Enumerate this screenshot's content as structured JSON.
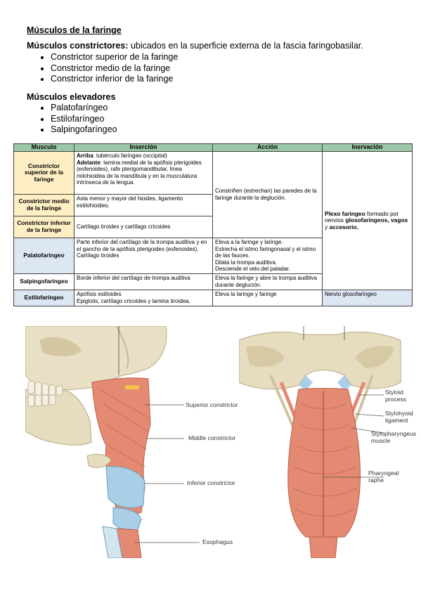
{
  "title": "Músculos de la faringe",
  "constrictors": {
    "label": "Músculos constrictores:",
    "text": " ubicados en la superficie externa de la fascia faringobasilar.",
    "items": [
      "Constrictor superior de la faringe",
      "Constrictor medio de la faringe",
      "Constrictor inferior de la faringe"
    ]
  },
  "elevators": {
    "label": "Músculos elevadores",
    "items": [
      "Palatofaríngeo",
      "Estilofaríngeo",
      "Salpingofaríngeo"
    ]
  },
  "table": {
    "headers": [
      "Musculo",
      "Inserción",
      "Acción",
      "Inervación"
    ],
    "sup": {
      "name": "Constrictor superior de la faringe",
      "ins_a_label": "Arriba",
      "ins_a_text": ": tubérculo faríngeo (occipital)",
      "ins_b_label": "Adelante",
      "ins_b_text": ": lamina medial de la apófisis pterigoides (esfenoides), rafe pterigomandibular, línea milohioidea de la mandíbula y en la musculatura intrínseca de la lengua."
    },
    "constrictor_action": "Constriñen (estrechan) las paredes de la faringe durante la deglución.",
    "constrictor_nerve_label": "Plexo faringeo",
    "constrictor_nerve_t1": " formado por nervios ",
    "constrictor_nerve_b1": "glosofaríngeos, vagos",
    "constrictor_nerve_t2": " y ",
    "constrictor_nerve_b2": "accesorio.",
    "med": {
      "name": "Constrictor medio de la faringe",
      "insertion": "Asta menor y mayor del hioides, ligamento estilohioideo."
    },
    "inf": {
      "name": "Constrictor inferior de la faringe",
      "insertion": "Cartílago tiroides y cartílago cricoides"
    },
    "palato": {
      "name": "Palatofaríngeo",
      "ins_1": "Parte inferior del cartílago de la trompa auditiva y en el gancho de la apófisis pterigoides (esfenoides).",
      "ins_2": "Cartílago tiroides",
      "act_1": "Eleva a la faringe y laringe.",
      "act_2": "Estrecha el istmo faringonasal y el istmo de las fauces.",
      "act_3": "Dilata la trompa auditiva.",
      "act_4": "Desciende el velo del paladar."
    },
    "salpingo": {
      "name": "Salpingofaríngeo",
      "insertion": "Borde inferior del cartílago de trompa auditiva",
      "action": "Eleva la faringe y abre la trompa auditiva durante deglución."
    },
    "estilo": {
      "name": "Estilofaríngeo",
      "ins_1": "Apófisis estiloides",
      "ins_2": "Epiglotis, cartílago cricoides y lamina tiroidea.",
      "action": "Eleva la laringe y faringe",
      "nerve": "Nervio glosofaríngeo"
    }
  },
  "figure_labels": {
    "superior": "Superior constrictor",
    "middle": "Middle constrictor",
    "inferior": "Inferior constrictor",
    "esophagus": "Esophagus",
    "styloid_1": "Styloid",
    "styloid_2": "process",
    "stylohyoid_1": "Stylohyoid",
    "stylohyoid_2": "ligament",
    "stylopharyngeus_1": "Stylopharyngeus",
    "stylopharyngeus_2": "muscle",
    "raphe_1": "Pharyngeal",
    "raphe_2": "raphe"
  },
  "colors": {
    "header_green": "#9bc8a6",
    "constrictor_yellow": "#fdefc3",
    "elevator_blue": "#dde6f3",
    "muscle": "#e48a72",
    "bone": "#e6dcc0",
    "cartilage": "#a9cfe6"
  }
}
